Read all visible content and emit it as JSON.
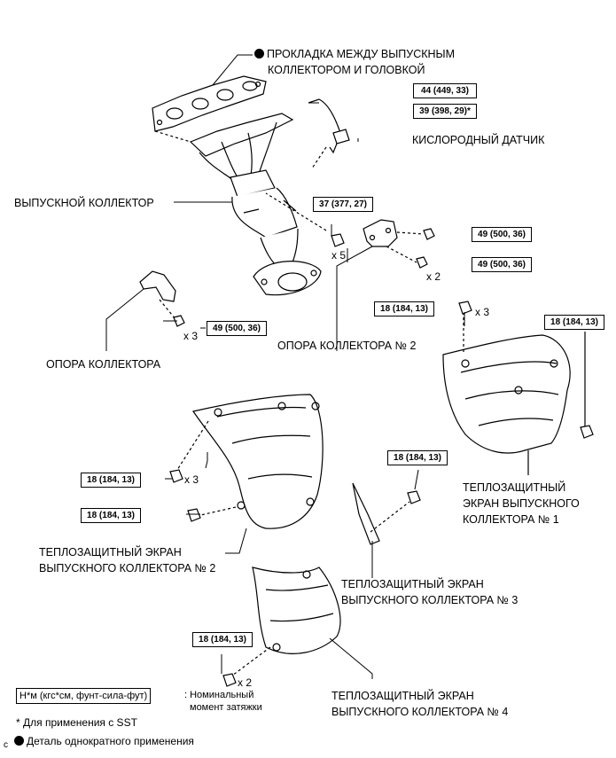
{
  "labels": {
    "gasket_line1": "ПРОКЛАДКА МЕЖДУ ВЫПУСКНЫМ",
    "gasket_line2": "КОЛЛЕКТОРОМ И ГОЛОВКОЙ",
    "o2_sensor": "КИСЛОРОДНЫЙ ДАТЧИК",
    "exhaust_manifold": "ВЫПУСКНОЙ КОЛЛЕКТОР",
    "manifold_stay": "ОПОРА КОЛЛЕКТОРА",
    "manifold_stay2": "ОПОРА КОЛЛЕКТОРА № 2",
    "insulator1_line1": "ТЕПЛОЗАЩИТНЫЙ",
    "insulator1_line2": "ЭКРАН ВЫПУСКНОГО",
    "insulator1_line3": "КОЛЛЕКТОРА № 1",
    "insulator2_line1": "ТЕПЛОЗАЩИТНЫЙ ЭКРАН",
    "insulator2_line2": "ВЫПУСКНОГО КОЛЛЕКТОРА № 2",
    "insulator3_line1": "ТЕПЛОЗАЩИТНЫЙ ЭКРАН",
    "insulator3_line2": "ВЫПУСКНОГО КОЛЛЕКТОРА № 3",
    "insulator4_line1": "ТЕПЛОЗАЩИТНЫЙ ЭКРАН",
    "insulator4_line2": "ВЫПУСКНОГО КОЛЛЕКТОРА № 4"
  },
  "torques": {
    "o2_a": "44 (449, 33)",
    "o2_b": "39 (398, 29)*",
    "manifold_nut": "37 (377, 27)",
    "stay2_upper": "49 (500, 36)",
    "stay2_lower": "49 (500, 36)",
    "stay": "49 (500, 36)",
    "ins1_top": "18 (184, 13)",
    "ins1_right": "18 (184, 13)",
    "ins3": "18 (184, 13)",
    "ins2_bolt": "18 (184, 13)",
    "ins2_nut": "18 (184, 13)",
    "ins4": "18 (184, 13)"
  },
  "multipliers": {
    "nut_x5": "x 5",
    "stay2_x2": "x 2",
    "ins1_x3": "x 3",
    "stay_x3": "x 3",
    "ins2_x3": "x 3",
    "ins4_x2": "x 2"
  },
  "legend": {
    "unit": "Н*м (кгс*см, фунт-сила-фут)",
    "unit_desc_line1": ": Номинальный",
    "unit_desc_line2": "момент затяжки",
    "sst_note": "* Для применения с SST",
    "single_use": "Деталь однократного применения",
    "corner_mark": "c"
  }
}
